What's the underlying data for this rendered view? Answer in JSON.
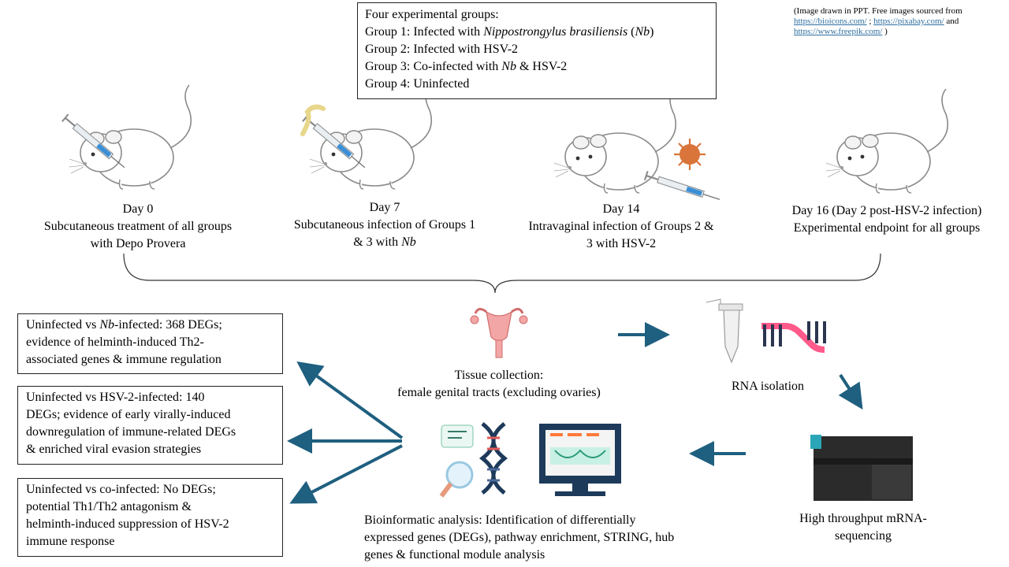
{
  "credit": {
    "line1": "(Image drawn in PPT. Free images sourced from",
    "link1": "https://bioicons.com/",
    "sep1": " ; ",
    "link2": "https://pixabay.com/",
    "and": " and",
    "link3": "https://www.freepik.com/",
    "close": " )"
  },
  "groups_box": {
    "title": "Four experimental  groups:",
    "g1_prefix": "Group 1: Infected with ",
    "g1_species": "Nippostrongylus brasiliensis",
    "g1_paren_open": " (",
    "g1_abbr": "Nb",
    "g1_paren_close": ")",
    "g2": "Group 2: Infected with HSV-2",
    "g3_prefix": "Group 3: Co-infected with ",
    "g3_abbr": "Nb",
    "g3_suffix": " & HSV-2",
    "g4": "Group 4: Uninfected"
  },
  "timeline": [
    {
      "day": "Day 0",
      "line1": "Subcutaneous treatment  of all groups",
      "line2": "with Depo Provera"
    },
    {
      "day": "Day 7",
      "line1": "Subcutaneous infection  of Groups 1",
      "line2_prefix": "& 3 with ",
      "line2_italic": "Nb"
    },
    {
      "day": "Day 14",
      "line1": "Intravaginal  infection  of Groups 2 &",
      "line2": "3 with HSV-2"
    },
    {
      "day": "Day 16 (Day 2 post-HSV-2 infection)",
      "line1": "Experimental  endpoint for all  groups"
    }
  ],
  "tissue": {
    "line1": "Tissue collection:",
    "line2": "female genital tracts (excluding ovaries)"
  },
  "rna": {
    "label": "RNA isolation"
  },
  "seq": {
    "line1": "High throughput mRNA-",
    "line2": "sequencing"
  },
  "bioinfo": {
    "line1": "Bioinformatic analysis: Identification  of differentially",
    "line2": "expressed genes (DEGs),  pathway enrichment, STRING, hub",
    "line3": "genes & functional  module analysis"
  },
  "results": [
    {
      "l1_prefix": "Uninfected vs ",
      "l1_italic": "Nb",
      "l1_suffix": "-infected: 368 DEGs;",
      "l2": "evidence of helminth-induced  Th2-",
      "l3": "associated genes & immune regulation"
    },
    {
      "l1": "Uninfected vs HSV-2-infected:  140",
      "l2": "DEGs; evidence of early virally-induced",
      "l3": "downregulation  of immune-related  DEGs",
      "l4": "& enriched viral evasion strategies"
    },
    {
      "l1": "Uninfected vs co-infected: No DEGs;",
      "l2": "potential  Th1/Th2 antagonism  &",
      "l3": "helminth-induced   suppression of HSV-2",
      "l4": "immune  response"
    }
  ],
  "colors": {
    "arrow": "#1f5f7f",
    "border": "#222222",
    "link": "#2e6fa0"
  }
}
